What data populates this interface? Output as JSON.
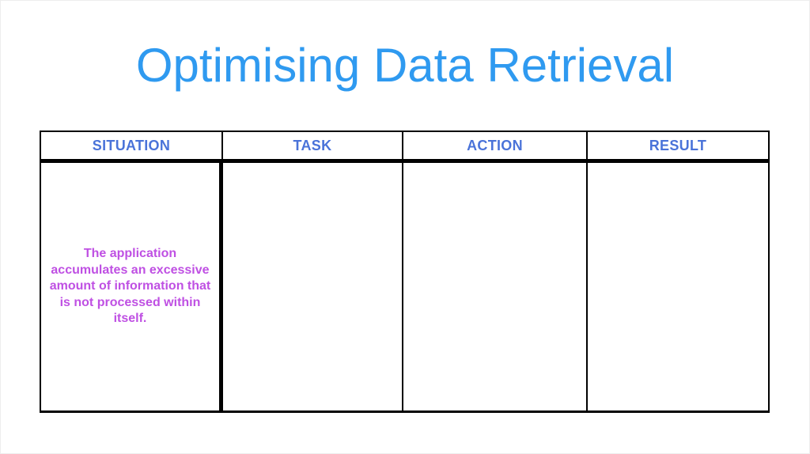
{
  "slide": {
    "title": "Optimising Data Retrieval"
  },
  "table": {
    "headers": [
      "SITUATION",
      "TASK",
      "ACTION",
      "RESULT"
    ],
    "rows": [
      {
        "situation": "The application\naccumulates an excessive\namount of information that\nis not processed within\nitself.",
        "task": "",
        "action": "",
        "result": ""
      }
    ]
  },
  "colors": {
    "title": "#2f9af0",
    "column_header": "#4a73d9",
    "situation_text": "#bf50e3",
    "table_border": "#000000",
    "background": "#ffffff"
  }
}
